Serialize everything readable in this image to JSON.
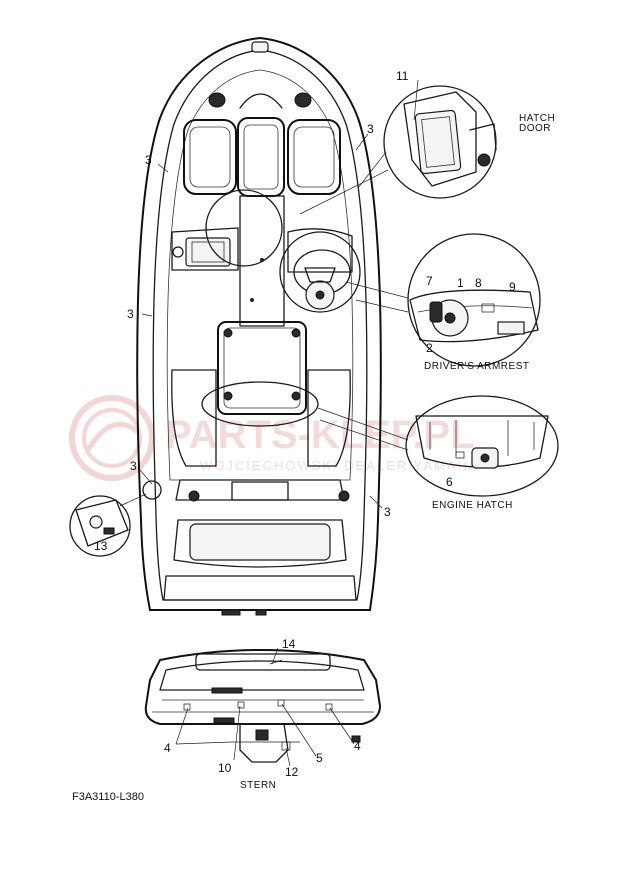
{
  "callouts": {
    "c1": "1",
    "c2": "2",
    "c3a": "3",
    "c3b": "3",
    "c3c": "3",
    "c3d": "3",
    "c3e": "3",
    "c4a": "4",
    "c4b": "4",
    "c5": "5",
    "c6": "6",
    "c7": "7",
    "c8": "8",
    "c9": "9",
    "c10": "10",
    "c11": "11",
    "c12": "12",
    "c13": "13",
    "c14": "14"
  },
  "captions": {
    "hatch_door_line1": "HATCH",
    "hatch_door_line2": "DOOR",
    "drivers_armrest": "DRIVER'S ARMREST",
    "engine_hatch": "ENGINE HATCH",
    "stern": "STERN",
    "part_code": "F3A3110-L380"
  },
  "watermark": {
    "main": "PARTS-KLEP.PL",
    "sub": "WOJCIECHOWSKI DEALER YAMAHA",
    "color": "#e8b0b0"
  }
}
